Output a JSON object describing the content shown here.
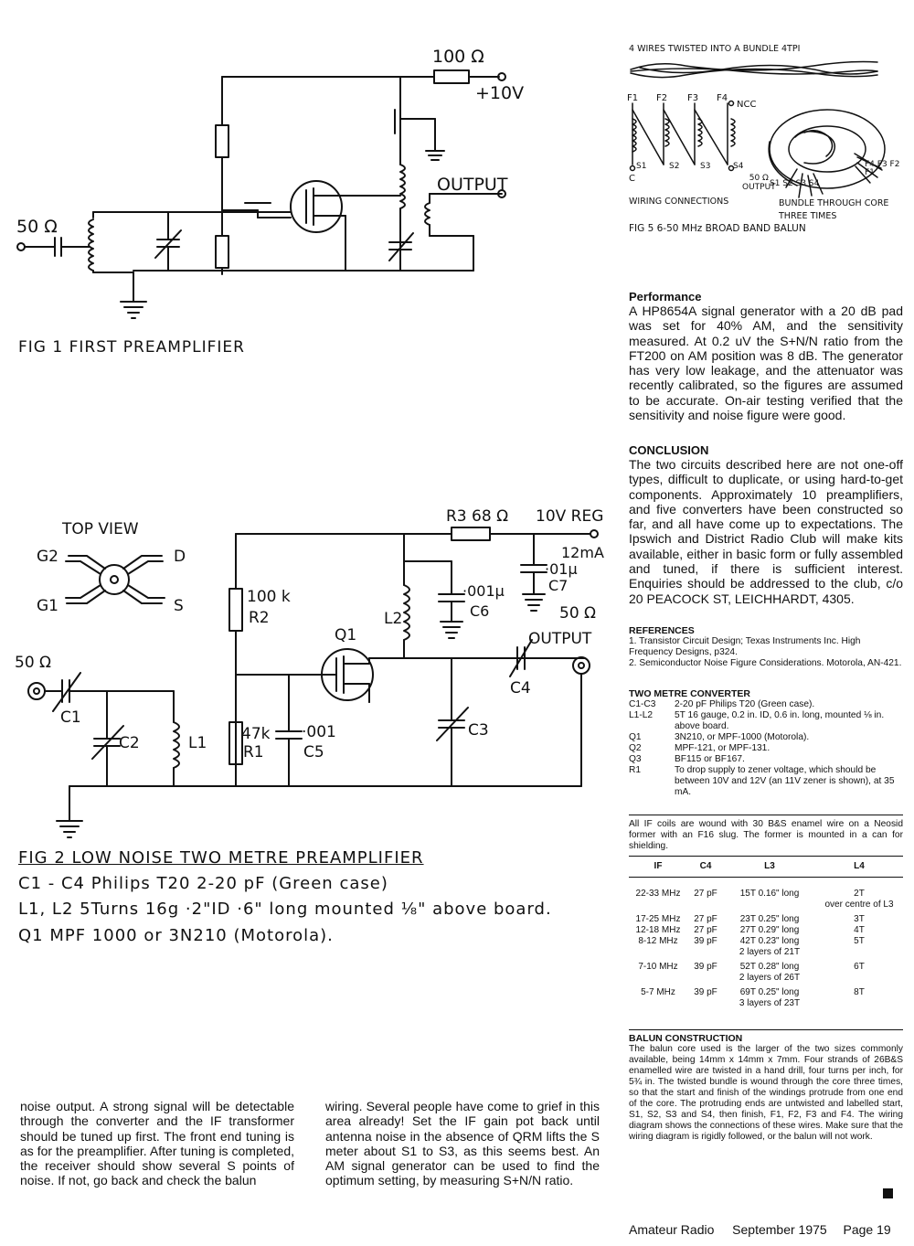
{
  "fig1": {
    "r_top": "100 Ω",
    "supply": "+10V",
    "input": "50 Ω",
    "output": "OUTPUT",
    "caption": "FIG 1 FIRST PREAMPLIFIER"
  },
  "fig5": {
    "top_note": "4 WIRES TWISTED INTO A BUNDLE 4TPI",
    "f_labels": [
      "F1",
      "F2",
      "F3",
      "F4"
    ],
    "ncc": "NCC",
    "c": "C",
    "s_labels": [
      "S1",
      "S2",
      "S3",
      "S4"
    ],
    "output": "50 Ω\nOUTPUT",
    "wiring": "WIRING CONNECTIONS",
    "core_s": "S1 S2 S3 S4",
    "core_f": "F4 F3 F2 F1",
    "bundle": "BUNDLE THROUGH CORE\nTHREE TIMES",
    "caption": "FIG 5 6-50 MHz BROAD BAND BALUN"
  },
  "fig2": {
    "top_view": "TOP VIEW",
    "pins": [
      "G2",
      "D",
      "G1",
      "S"
    ],
    "r3": "R3 68 Ω",
    "reg": "10V REG",
    "ma": "12mA",
    "c7_val": "·01μ",
    "c7": "C7",
    "c6_val": "·001μ",
    "c6": "C6",
    "l2": "L2",
    "r2_val": "100 k",
    "r2": "R2",
    "q1": "Q1",
    "out_ohm": "50 Ω",
    "output": "OUTPUT",
    "in_ohm": "50 Ω",
    "c1": "C1",
    "c4": "C4",
    "c2": "C2",
    "l1": "L1",
    "r1_val": "47k",
    "r1": "R1",
    "c5_val": "·001",
    "c5": "C5",
    "c3": "C3",
    "caption": "FIG 2 LOW NOISE TWO METRE PREAMPLIFIER",
    "note1": "C1 - C4 Philips T20 2-20 pF (Green case)",
    "note2": "L1, L2 5Turns 16g ·2\"ID ·6\" long mounted ⅛\" above board.",
    "note3": "Q1 MPF 1000 or 3N210 (Motorola)."
  },
  "performance": {
    "heading": "Performance",
    "text": "A HP8654A signal generator with a 20 dB pad was set for 40% AM, and the sensitivity measured. At 0.2 uV the S+N/N ratio from the FT200 on AM position was 8 dB. The generator has very low leakage, and the attenuator was recently calibrated, so the figures are assumed to be accurate. On-air testing verified that the sensitivity and noise figure were good."
  },
  "conclusion": {
    "heading": "CONCLUSION",
    "text": "The two circuits described here are not one-off types, difficult to duplicate, or using hard-to-get components. Approximately 10 preamplifiers, and five converters have been constructed so far, and all have come up to expectations. The Ipswich and District Radio Club will make kits available, either in basic form or fully assembled and tuned, if there is sufficient interest. Enquiries should be addressed to the club, c/o 20 PEACOCK ST, LEICHHARDT, 4305."
  },
  "references": {
    "heading": "REFERENCES",
    "items": [
      "1. Transistor Circuit Design; Texas Instruments Inc. High Frequency Designs, p324.",
      "2. Semiconductor Noise Figure Considerations. Motorola, AN-421."
    ]
  },
  "converter": {
    "heading": "TWO METRE CONVERTER",
    "parts": [
      {
        "ref": "C1-C3",
        "desc": "2-20 pF Philips T20 (Green case)."
      },
      {
        "ref": "L1-L2",
        "desc": "5T 16 gauge, 0.2 in. ID, 0.6 in. long, mounted ⅛ in. above board."
      },
      {
        "ref": "Q1",
        "desc": "3N210, or MPF-1000 (Motorola)."
      },
      {
        "ref": "Q2",
        "desc": "MPF-121, or MPF-131."
      },
      {
        "ref": "Q3",
        "desc": "BF115 or BF167."
      },
      {
        "ref": "R1",
        "desc": "To drop supply to zener voltage, which should be between 10V and 12V (an 11V zener is shown), at 35 mA."
      }
    ]
  },
  "if_note": "All IF coils are wound with 30 B&S enamel wire on a Neosid former with an F16 slug. The former is mounted in a can for shielding.",
  "if_table": {
    "headers": [
      "IF",
      "C4",
      "L3",
      "L4"
    ],
    "rows": [
      [
        "22-33 MHz",
        "27 pF",
        "15T 0.16\" long",
        "2T\nover centre of L3"
      ],
      [
        "17-25 MHz",
        "27 pF",
        "23T 0.25\" long",
        "3T"
      ],
      [
        "12-18 MHz",
        "27 pF",
        "27T 0.29\" long",
        "4T"
      ],
      [
        "8-12 MHz",
        "39 pF",
        "42T 0.23\" long\n2 layers of 21T",
        "5T"
      ],
      [
        "7-10 MHz",
        "39 pF",
        "52T 0.28\" long\n2 layers of 26T",
        "6T"
      ],
      [
        "5-7 MHz",
        "39 pF",
        "69T 0.25\" long\n3 layers of 23T",
        "8T"
      ]
    ]
  },
  "balun": {
    "heading": "BALUN CONSTRUCTION",
    "text": "The balun core used is the larger of the two sizes commonly available, being 14mm x 14mm x 7mm. Four strands of 26B&S enamelled wire are twisted in a hand drill, four turns per inch, for 5¾ in. The twisted bundle is wound through the core three times, so that the start and finish of the windings protrude from one end of the core. The protruding ends are untwisted and labelled start, S1, S2, S3 and S4, then finish, F1, F2, F3 and F4. The wiring diagram shows the connections of these wires. Make sure that the wiring diagram is rigidly followed, or the balun will not work."
  },
  "col1": "noise output. A strong signal will be detectable through the converter and the IF transformer should be tuned up first. The front end tuning is as for the preamplifier. After tuning is completed, the receiver should show several S points of noise. If not, go back and check the balun",
  "col2": "wiring. Several people have come to grief in this area already! Set the IF gain pot back until antenna noise in the absence of QRM lifts the S meter about S1 to S3, as this seems best. An AM signal generator can be used to find the optimum setting, by measuring S+N/N ratio.",
  "footer": {
    "publication": "Amateur Radio",
    "date": "September 1975",
    "page": "Page 19"
  }
}
